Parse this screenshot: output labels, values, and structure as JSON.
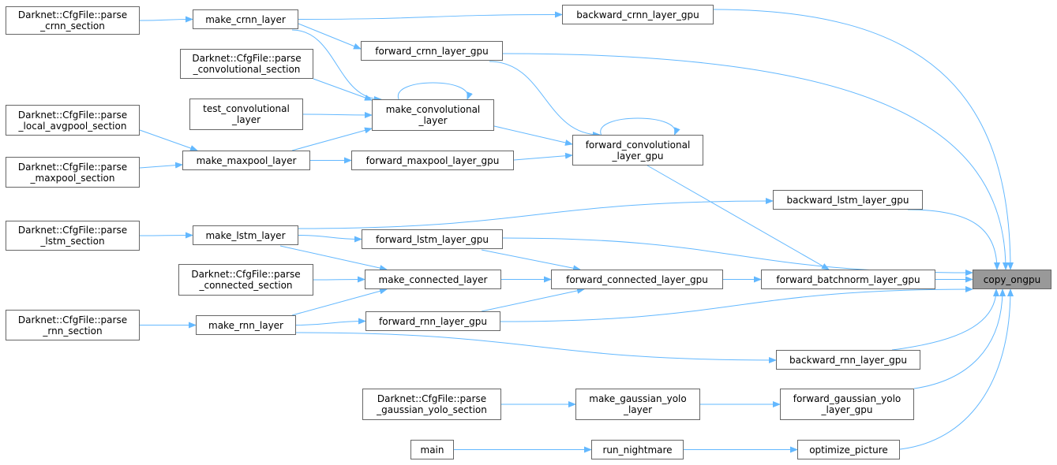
{
  "graph": {
    "title": "copy_ongpu caller graph",
    "colors": {
      "edge": "#63b8ff",
      "node_border": "#666666",
      "current_fill": "#999999"
    },
    "nodes": [
      {
        "id": "parse_crnn",
        "label": "Darknet::CfgFile::parse\n_crnn_section"
      },
      {
        "id": "make_crnn",
        "label": "make_crnn_layer"
      },
      {
        "id": "backward_crnn",
        "label": "backward_crnn_layer_gpu"
      },
      {
        "id": "forward_crnn",
        "label": "forward_crnn_layer_gpu"
      },
      {
        "id": "parse_conv",
        "label": "Darknet::CfgFile::parse\n_convolutional_section"
      },
      {
        "id": "test_conv",
        "label": "test_convolutional\n_layer"
      },
      {
        "id": "make_conv",
        "label": "make_convolutional\n_layer"
      },
      {
        "id": "forward_conv",
        "label": "forward_convolutional\n_layer_gpu"
      },
      {
        "id": "parse_avgpool",
        "label": "Darknet::CfgFile::parse\n_local_avgpool_section"
      },
      {
        "id": "make_maxpool",
        "label": "make_maxpool_layer"
      },
      {
        "id": "parse_maxpool",
        "label": "Darknet::CfgFile::parse\n_maxpool_section"
      },
      {
        "id": "forward_maxpool",
        "label": "forward_maxpool_layer_gpu"
      },
      {
        "id": "backward_lstm",
        "label": "backward_lstm_layer_gpu"
      },
      {
        "id": "parse_lstm",
        "label": "Darknet::CfgFile::parse\n_lstm_section"
      },
      {
        "id": "make_lstm",
        "label": "make_lstm_layer"
      },
      {
        "id": "forward_lstm",
        "label": "forward_lstm_layer_gpu"
      },
      {
        "id": "parse_connected",
        "label": "Darknet::CfgFile::parse\n_connected_section"
      },
      {
        "id": "make_connected",
        "label": "make_connected_layer"
      },
      {
        "id": "forward_connected",
        "label": "forward_connected_layer_gpu"
      },
      {
        "id": "forward_batchnorm",
        "label": "forward_batchnorm_layer_gpu"
      },
      {
        "id": "copy_ongpu",
        "label": "copy_ongpu",
        "current": true
      },
      {
        "id": "parse_rnn",
        "label": "Darknet::CfgFile::parse\n_rnn_section"
      },
      {
        "id": "make_rnn",
        "label": "make_rnn_layer"
      },
      {
        "id": "forward_rnn",
        "label": "forward_rnn_layer_gpu"
      },
      {
        "id": "backward_rnn",
        "label": "backward_rnn_layer_gpu"
      },
      {
        "id": "parse_gaussian",
        "label": "Darknet::CfgFile::parse\n_gaussian_yolo_section"
      },
      {
        "id": "make_gaussian",
        "label": "make_gaussian_yolo\n_layer"
      },
      {
        "id": "forward_gaussian",
        "label": "forward_gaussian_yolo\n_layer_gpu"
      },
      {
        "id": "main",
        "label": "main"
      },
      {
        "id": "run_nightmare",
        "label": "run_nightmare"
      },
      {
        "id": "optimize_picture",
        "label": "optimize_picture"
      }
    ],
    "edges": [
      [
        "parse_crnn",
        "make_crnn"
      ],
      [
        "make_crnn",
        "backward_crnn"
      ],
      [
        "make_crnn",
        "forward_crnn"
      ],
      [
        "make_crnn",
        "make_conv"
      ],
      [
        "backward_crnn",
        "copy_ongpu"
      ],
      [
        "forward_crnn",
        "copy_ongpu"
      ],
      [
        "forward_crnn",
        "forward_conv"
      ],
      [
        "parse_conv",
        "make_conv"
      ],
      [
        "test_conv",
        "make_conv"
      ],
      [
        "make_conv",
        "make_conv"
      ],
      [
        "make_conv",
        "forward_conv"
      ],
      [
        "parse_avgpool",
        "make_maxpool"
      ],
      [
        "parse_maxpool",
        "make_maxpool"
      ],
      [
        "make_maxpool",
        "make_conv"
      ],
      [
        "make_maxpool",
        "forward_maxpool"
      ],
      [
        "forward_maxpool",
        "forward_conv"
      ],
      [
        "forward_conv",
        "forward_conv"
      ],
      [
        "forward_conv",
        "forward_batchnorm"
      ],
      [
        "make_lstm",
        "backward_lstm"
      ],
      [
        "backward_lstm",
        "copy_ongpu"
      ],
      [
        "parse_lstm",
        "make_lstm"
      ],
      [
        "make_lstm",
        "forward_lstm"
      ],
      [
        "make_lstm",
        "make_connected"
      ],
      [
        "forward_lstm",
        "copy_ongpu"
      ],
      [
        "forward_lstm",
        "forward_connected"
      ],
      [
        "parse_connected",
        "make_connected"
      ],
      [
        "make_connected",
        "forward_connected"
      ],
      [
        "forward_connected",
        "forward_batchnorm"
      ],
      [
        "forward_batchnorm",
        "copy_ongpu"
      ],
      [
        "parse_rnn",
        "make_rnn"
      ],
      [
        "make_rnn",
        "forward_rnn"
      ],
      [
        "make_rnn",
        "backward_rnn"
      ],
      [
        "make_rnn",
        "make_connected"
      ],
      [
        "forward_rnn",
        "forward_connected"
      ],
      [
        "forward_rnn",
        "copy_ongpu"
      ],
      [
        "backward_rnn",
        "copy_ongpu"
      ],
      [
        "parse_gaussian",
        "make_gaussian"
      ],
      [
        "make_gaussian",
        "forward_gaussian"
      ],
      [
        "forward_gaussian",
        "copy_ongpu"
      ],
      [
        "main",
        "run_nightmare"
      ],
      [
        "run_nightmare",
        "optimize_picture"
      ],
      [
        "optimize_picture",
        "copy_ongpu"
      ]
    ]
  }
}
